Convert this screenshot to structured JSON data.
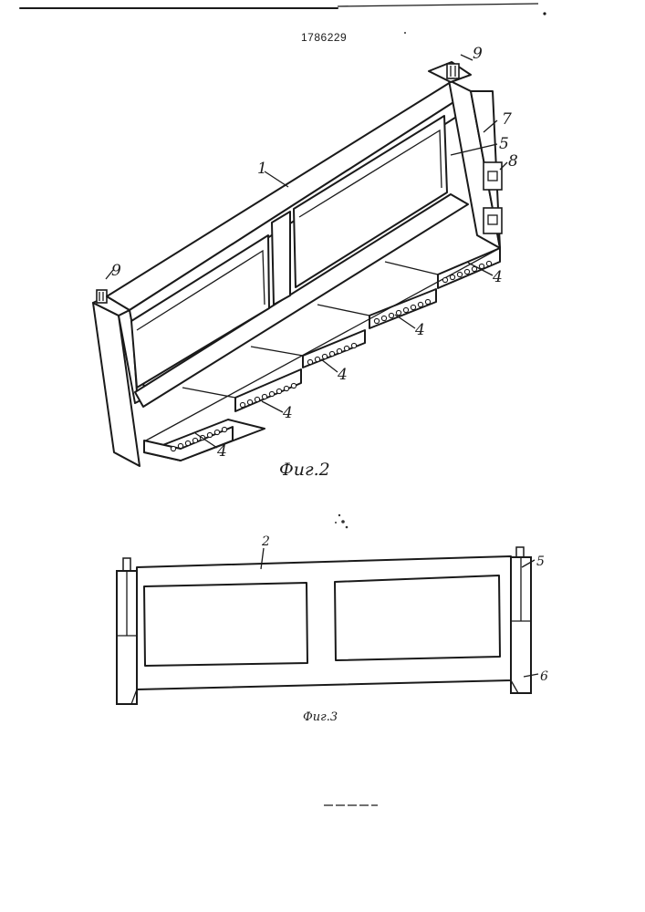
{
  "header": {
    "patent_number": "1786229"
  },
  "figure2": {
    "caption": "Фиг.2",
    "labels": {
      "frame": "1",
      "rail": "5",
      "post": "7",
      "clamp": "8",
      "stud_top": "9",
      "stud_left": "9",
      "module": "4"
    }
  },
  "figure3": {
    "caption": "Фиг.3",
    "labels": {
      "frame": "2",
      "rail": "5",
      "post": "6"
    }
  }
}
